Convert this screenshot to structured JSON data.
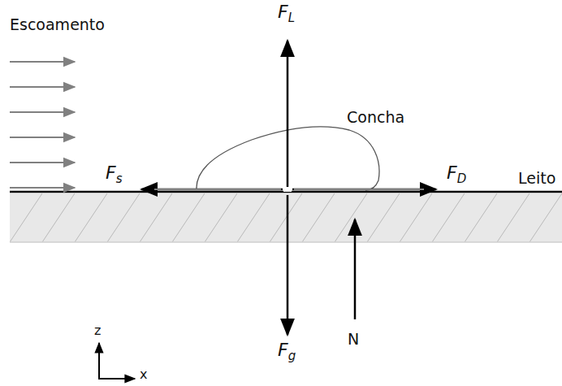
{
  "diagram": {
    "labels": [
      "Escoamento",
      "FL",
      "Concha",
      "Fs",
      "FD",
      "Leito",
      "Fg",
      "N",
      "z",
      "x"
    ]
  }
}
